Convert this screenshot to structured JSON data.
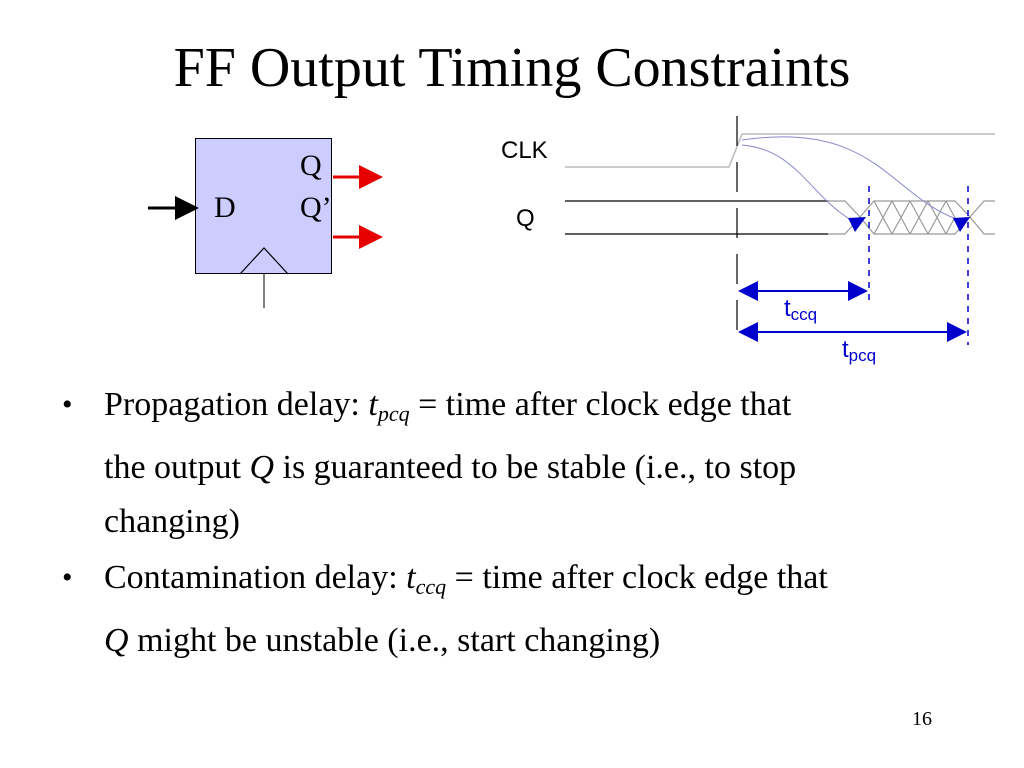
{
  "slide": {
    "title": "FF Output Timing Constraints",
    "page_number": "16"
  },
  "flipflop": {
    "input_label": "D",
    "output_q": "Q",
    "output_qbar": "Q’",
    "fill_color": "#ccccff",
    "arrow_color": "#e60000"
  },
  "timing": {
    "clk_label": "CLK",
    "q_label": "Q",
    "tccq_base": "t",
    "tccq_sub": "ccq",
    "tpcq_base": "t",
    "tpcq_sub": "pcq",
    "measure_color": "#0000cc"
  },
  "bullets": [
    {
      "prefix": "Propagation delay: ",
      "var_base": "t",
      "var_sub": "pcq",
      "suffix_line1": " = time after clock edge that",
      "line2_pre": "the output ",
      "line2_var": "Q",
      "line2_post": " is guaranteed to be stable (i.e., to stop",
      "line3": "changing)"
    },
    {
      "prefix": "Contamination delay: ",
      "var_base": "t",
      "var_sub": "ccq",
      "suffix_line1": " = time after clock edge that",
      "line2_var": "Q",
      "line2_post": " might be unstable (i.e., start changing)"
    }
  ]
}
